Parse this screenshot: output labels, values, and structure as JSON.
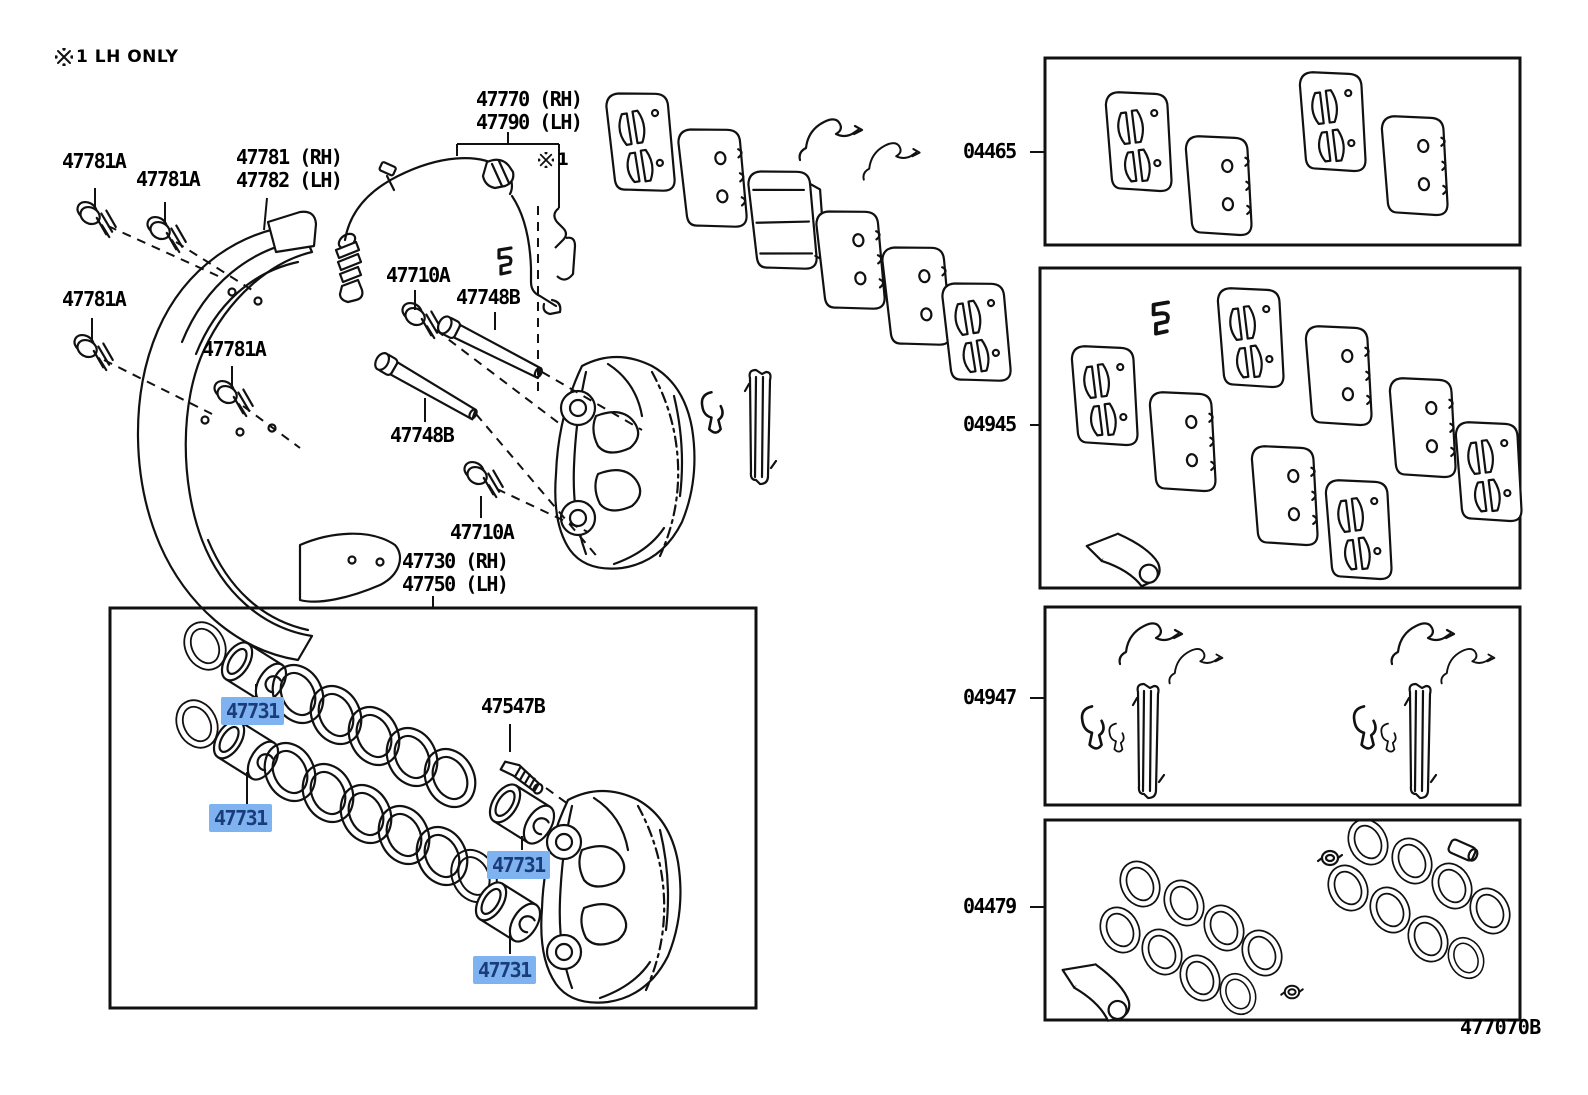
{
  "title_note": {
    "marker": "※",
    "text": "1 LH ONLY"
  },
  "footnote_ref": {
    "marker": "※",
    "text": "1"
  },
  "diagram_code": "477070B",
  "colors": {
    "highlight_bg": "#7EB2F0",
    "highlight_text": "#1A3C78",
    "line": "#111111",
    "background": "#FFFFFF"
  },
  "parts": {
    "sensor_wire": {
      "rh": "47770 (RH)",
      "lh": "47790 (LH)"
    },
    "dust_shield": {
      "rh": "47781 (RH)",
      "lh": "47782 (LH)"
    },
    "shield_bolt": "47781A",
    "mount_bolt": "47710A",
    "slide_pin": "47748B",
    "caliper_assy": {
      "rh": "47730 (RH)",
      "lh": "47750 (LH)"
    },
    "bleeder_plug": "47547B",
    "piston": "47731"
  },
  "kits": {
    "pad_kit": "04465",
    "shim_kit": "04945",
    "fitting_kit": "04947",
    "seal_kit": "04479"
  }
}
